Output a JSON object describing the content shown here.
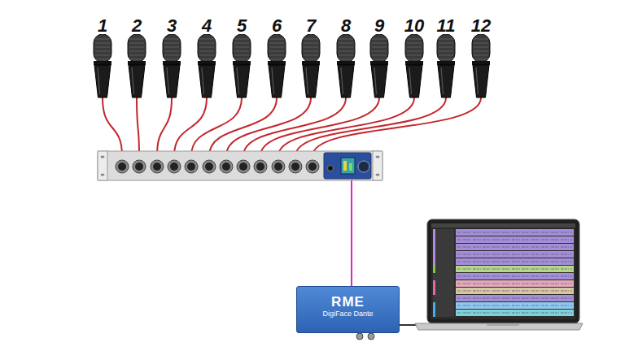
{
  "diagram": {
    "nodes": [
      {
        "text": [
          "1"
        ]
      },
      {
        "text": [
          "2"
        ]
      },
      {
        "text": [
          "3"
        ]
      },
      {
        "text": [
          "4"
        ]
      },
      {
        "text": [
          "5"
        ]
      },
      {
        "text": [
          "6"
        ]
      },
      {
        "text": [
          "7"
        ]
      },
      {
        "text": [
          "8"
        ]
      },
      {
        "text": [
          "9"
        ]
      },
      {
        "text": [
          "10"
        ]
      },
      {
        "text": [
          "11"
        ]
      },
      {
        "text": [
          "12"
        ]
      },
      {
        "text": [
          "RME",
          "DigiFace Dante"
        ]
      }
    ]
  }
}
